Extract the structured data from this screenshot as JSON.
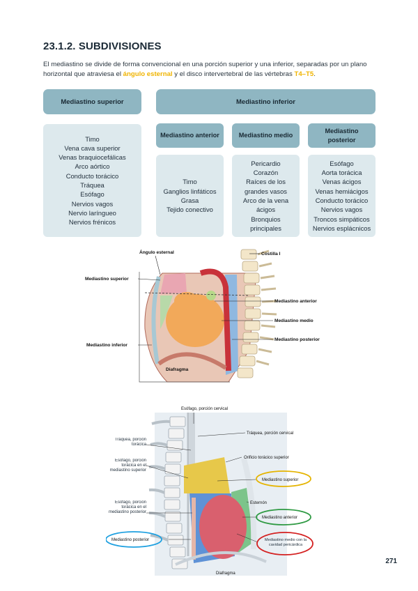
{
  "section": {
    "title": "23.1.2. SUBDIVISIONES",
    "intro_pre": "El mediastino se divide de forma convencional en una porción superior y una inferior, separadas por un plano horizontal que atraviesa el ",
    "intro_hl1": "ángulo esternal",
    "intro_mid": " y el disco intervertebral de las vértebras ",
    "intro_hl2": "T4–T5",
    "intro_end": "."
  },
  "table": {
    "superior": {
      "header": "Mediastino superior",
      "items": [
        "Timo",
        "Vena cava superior",
        "Venas braquiocefálicas",
        "Arco aórtico",
        "Conducto torácico",
        "Tráquea",
        "Esófago",
        "Nervios vagos",
        "Nervio laríngueo",
        "Nervios frénicos"
      ]
    },
    "inferior": {
      "header": "Mediastino inferior",
      "anterior": {
        "header": "Mediastino anterior",
        "items": [
          "Timo",
          "Ganglios linfáticos",
          "Grasa",
          "Tejido conectivo"
        ]
      },
      "medio": {
        "header": "Mediastino medio",
        "items": [
          "Pericardio",
          "Corazón",
          "Raíces de los grandes vasos",
          "Arco de la vena ácigos",
          "Bronquios principales"
        ]
      },
      "posterior": {
        "header": "Mediastino posterior",
        "items": [
          "Esófago",
          "Aorta torácica",
          "Venas ácigos",
          "Venas hemiácigos",
          "Conducto torácico",
          "Nervios vagos",
          "Troncos simpáticos",
          "Nervios esplácnicos"
        ]
      }
    }
  },
  "figure1": {
    "labels": {
      "angulo": "Ángulo esternal",
      "costilla": "Costilla I",
      "superior": "Mediastino superior",
      "anterior": "Mediastino anterior",
      "medio": "Mediastino medio",
      "posterior": "Mediastino posterior",
      "inferior": "Mediastino inferior",
      "diafragma": "Diafragma"
    }
  },
  "figure2": {
    "labels": {
      "esofago_cervical": "Esófago, porción cervical",
      "traquea_cervical": "Tráquea, porción cervical",
      "traquea_toracica": "Tráquea, porción torácica",
      "esofago_sup": "Esófago, porción torácica en el mediastino superior",
      "orificio": "Orificio torácico superior",
      "med_superior": "Mediastino superior",
      "esternon": "Esternón",
      "esofago_post": "Esófago, porción torácica en el mediastino posterior",
      "med_anterior": "Mediastino anterior",
      "med_posterior": "Mediastino posterior",
      "med_medio": "Mediastino medio con la cavidad pericárdica",
      "diafragma": "Diafragma"
    },
    "colors": {
      "superior": "#e7c84a",
      "anterior": "#7cc48a",
      "medio": "#d9606e",
      "posterior": "#5f92d6"
    }
  },
  "page_number": "271"
}
